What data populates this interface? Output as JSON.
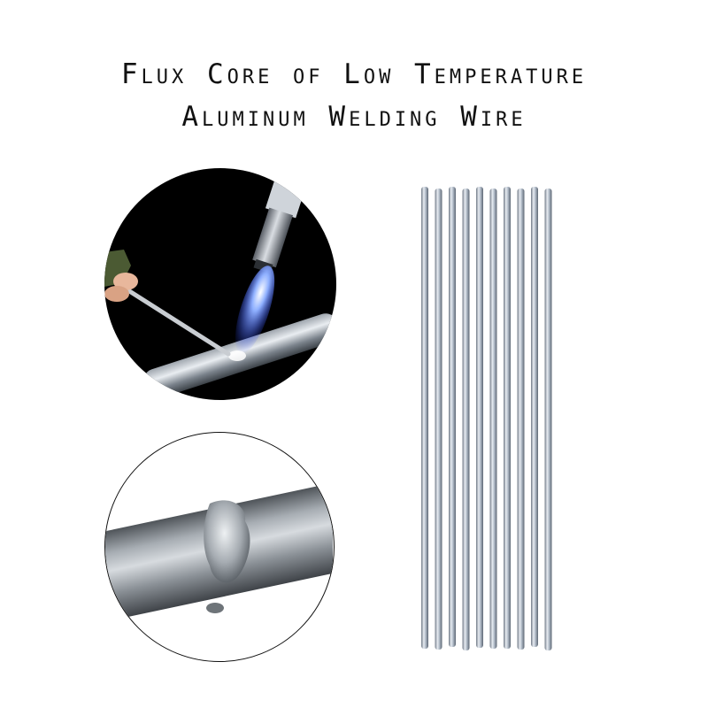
{
  "title": {
    "line1": "Flux Core of Low Temperature",
    "line2": "Aluminum Welding Wire"
  },
  "colors": {
    "background": "#ffffff",
    "title_text": "#111111",
    "rod_light": "#e8ecf2",
    "rod_mid": "#a9b3c0",
    "rod_dark": "#6d7784",
    "flame": "#3b63ff"
  },
  "rods": {
    "count": 10
  }
}
